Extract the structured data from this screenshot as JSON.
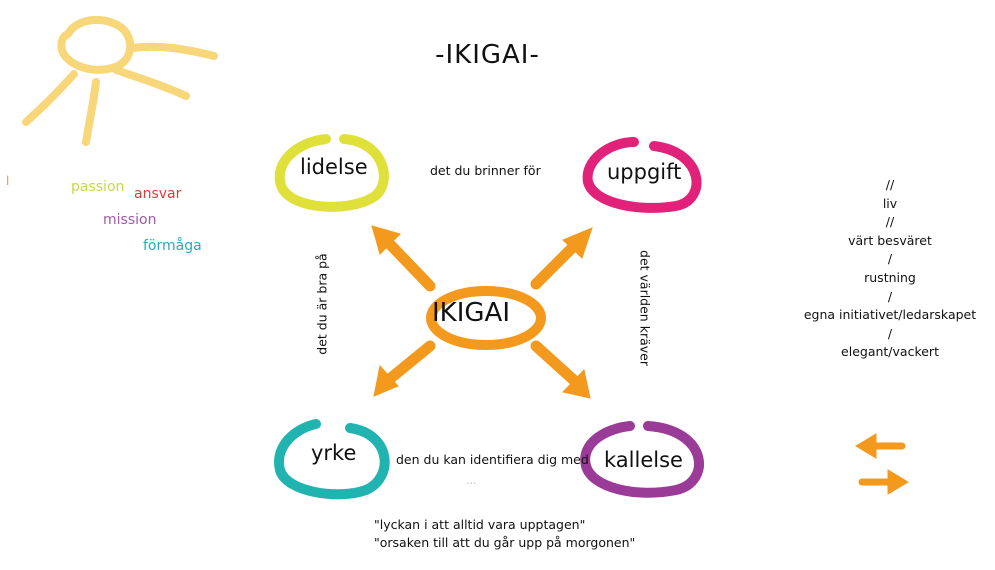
{
  "title": "-IKIGAI-",
  "center": {
    "label": "IKIGAI",
    "color": "#f39a1e"
  },
  "nodes": {
    "lidelse": {
      "label": "lidelse",
      "color": "#dfe03a"
    },
    "uppgift": {
      "label": "uppgift",
      "color": "#e0227a"
    },
    "yrke": {
      "label": "yrke",
      "color": "#21b3b0"
    },
    "kallelse": {
      "label": "kallelse",
      "color": "#9b3b98"
    }
  },
  "edges": {
    "top": "det du brinner för",
    "left": "det du är bra på",
    "right": "det världen kräver",
    "bottom": "den du kan identifiera dig med"
  },
  "keywords": {
    "marker": "l",
    "passion": {
      "text": "passion",
      "color": "#c7d84a"
    },
    "ansvar": {
      "text": "ansvar",
      "color": "#d8403a"
    },
    "mission": {
      "text": "mission",
      "color": "#a05aa6"
    },
    "formaga": {
      "text": "förmåga",
      "color": "#2fa6c4"
    }
  },
  "right_list": [
    "//",
    "liv",
    "//",
    "värt besväret",
    "/",
    "rustning",
    "/",
    "egna initiativet/ledarskapet",
    "/",
    "elegant/vackert"
  ],
  "quotes": [
    "\"lyckan i att alltid vara upptagen\"",
    "\"orsaken till att du går upp på morgonen\""
  ],
  "bottom_dots": "...",
  "colors": {
    "sun": "#f7d779",
    "arrow": "#f39a1e"
  },
  "icons": {
    "sun": "sun-icon",
    "swap": "swap-arrows-icon"
  }
}
